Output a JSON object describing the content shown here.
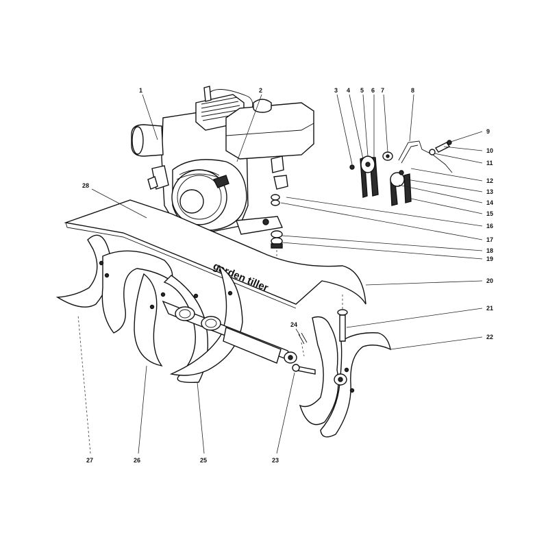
{
  "decal_text": "garden tiller",
  "callouts": [
    {
      "label": "1",
      "name": "callout-1"
    },
    {
      "label": "2",
      "name": "callout-2"
    },
    {
      "label": "3",
      "name": "callout-3"
    },
    {
      "label": "4",
      "name": "callout-4"
    },
    {
      "label": "5",
      "name": "callout-5"
    },
    {
      "label": "6",
      "name": "callout-6"
    },
    {
      "label": "7",
      "name": "callout-7"
    },
    {
      "label": "8",
      "name": "callout-8"
    },
    {
      "label": "9",
      "name": "callout-9"
    },
    {
      "label": "10",
      "name": "callout-10"
    },
    {
      "label": "11",
      "name": "callout-11"
    },
    {
      "label": "12",
      "name": "callout-12"
    },
    {
      "label": "13",
      "name": "callout-13"
    },
    {
      "label": "14",
      "name": "callout-14"
    },
    {
      "label": "15",
      "name": "callout-15"
    },
    {
      "label": "16",
      "name": "callout-16"
    },
    {
      "label": "17",
      "name": "callout-17"
    },
    {
      "label": "18",
      "name": "callout-18"
    },
    {
      "label": "19",
      "name": "callout-19"
    },
    {
      "label": "20",
      "name": "callout-20"
    },
    {
      "label": "21",
      "name": "callout-21"
    },
    {
      "label": "22",
      "name": "callout-22"
    },
    {
      "label": "23",
      "name": "callout-23"
    },
    {
      "label": "24",
      "name": "callout-24"
    },
    {
      "label": "25",
      "name": "callout-25"
    },
    {
      "label": "26",
      "name": "callout-26"
    },
    {
      "label": "27",
      "name": "callout-27"
    },
    {
      "label": "28",
      "name": "callout-28"
    }
  ]
}
